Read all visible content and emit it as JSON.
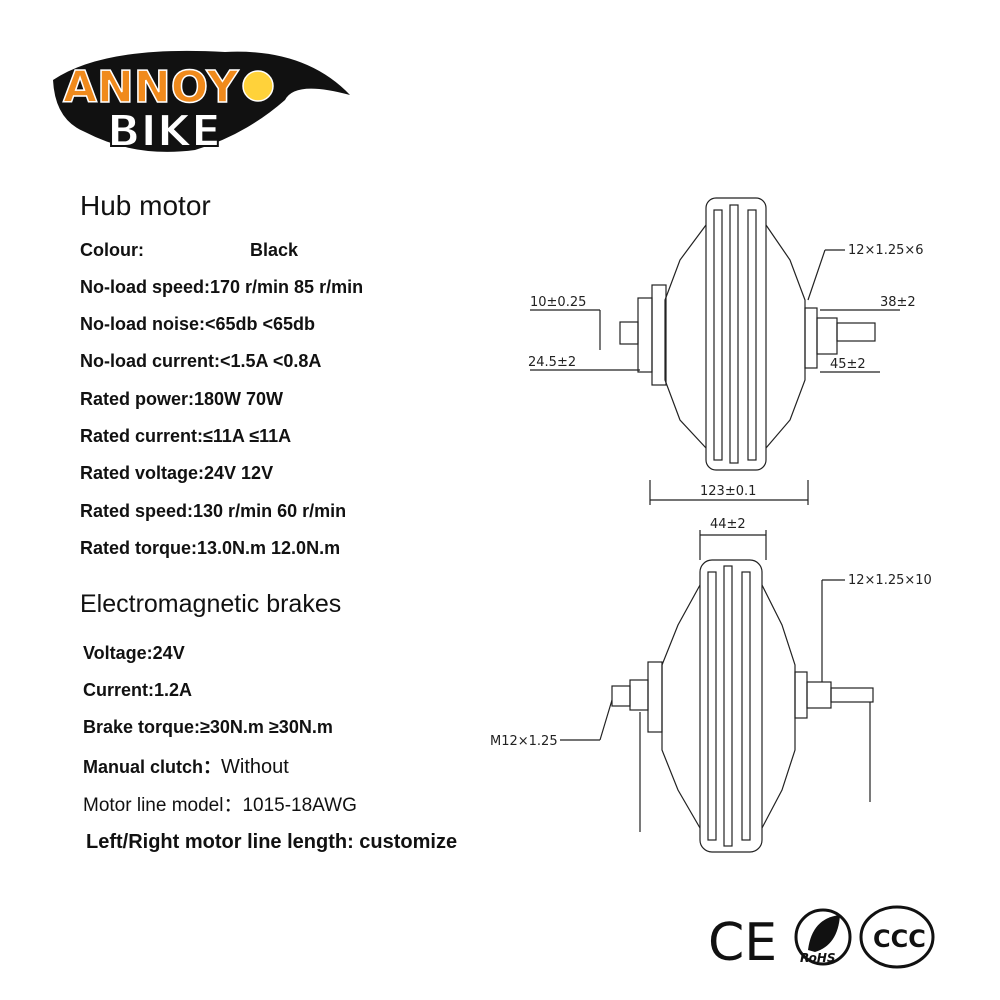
{
  "logo": {
    "line1": "ANNOY",
    "line2": "BIKE"
  },
  "hub_motor": {
    "title": "Hub motor",
    "colour_label": "Colour:",
    "colour_value": "Black",
    "specs": [
      "No-load speed:170 r/min 85 r/min",
      "No-load noise:<65db  <65db",
      "No-load current:<1.5A  <0.8A",
      "Rated power:180W 70W",
      "Rated current:≤11A  ≤11A",
      "Rated voltage:24V  12V",
      "Rated speed:130 r/min 60 r/min",
      "Rated torque:13.0N.m  12.0N.m"
    ]
  },
  "brakes": {
    "title": "Electromagnetic brakes",
    "voltage": "Voltage:24V",
    "current": "Current:1.2A",
    "torque": "Brake torque:≥30N.m  ≥30N.m",
    "clutch_label": "Manual clutch：",
    "clutch_value": "Without",
    "motor_line": "Motor line model：1015-18AWG",
    "line_length": "Left/Right motor line length: customize"
  },
  "drawing": {
    "top_thread": "12×1.25×6",
    "dim_10": "10±0.25",
    "dim_38": "38±2",
    "dim_24": "24.5±2",
    "dim_45": "45±2",
    "dim_123": "123±0.1",
    "dim_44": "44±2",
    "bottom_thread": "12×1.25×10",
    "m12": "M12×1.25"
  },
  "certs": {
    "ce": "CE",
    "rohs": "RoHS",
    "ccc": "CCC"
  }
}
